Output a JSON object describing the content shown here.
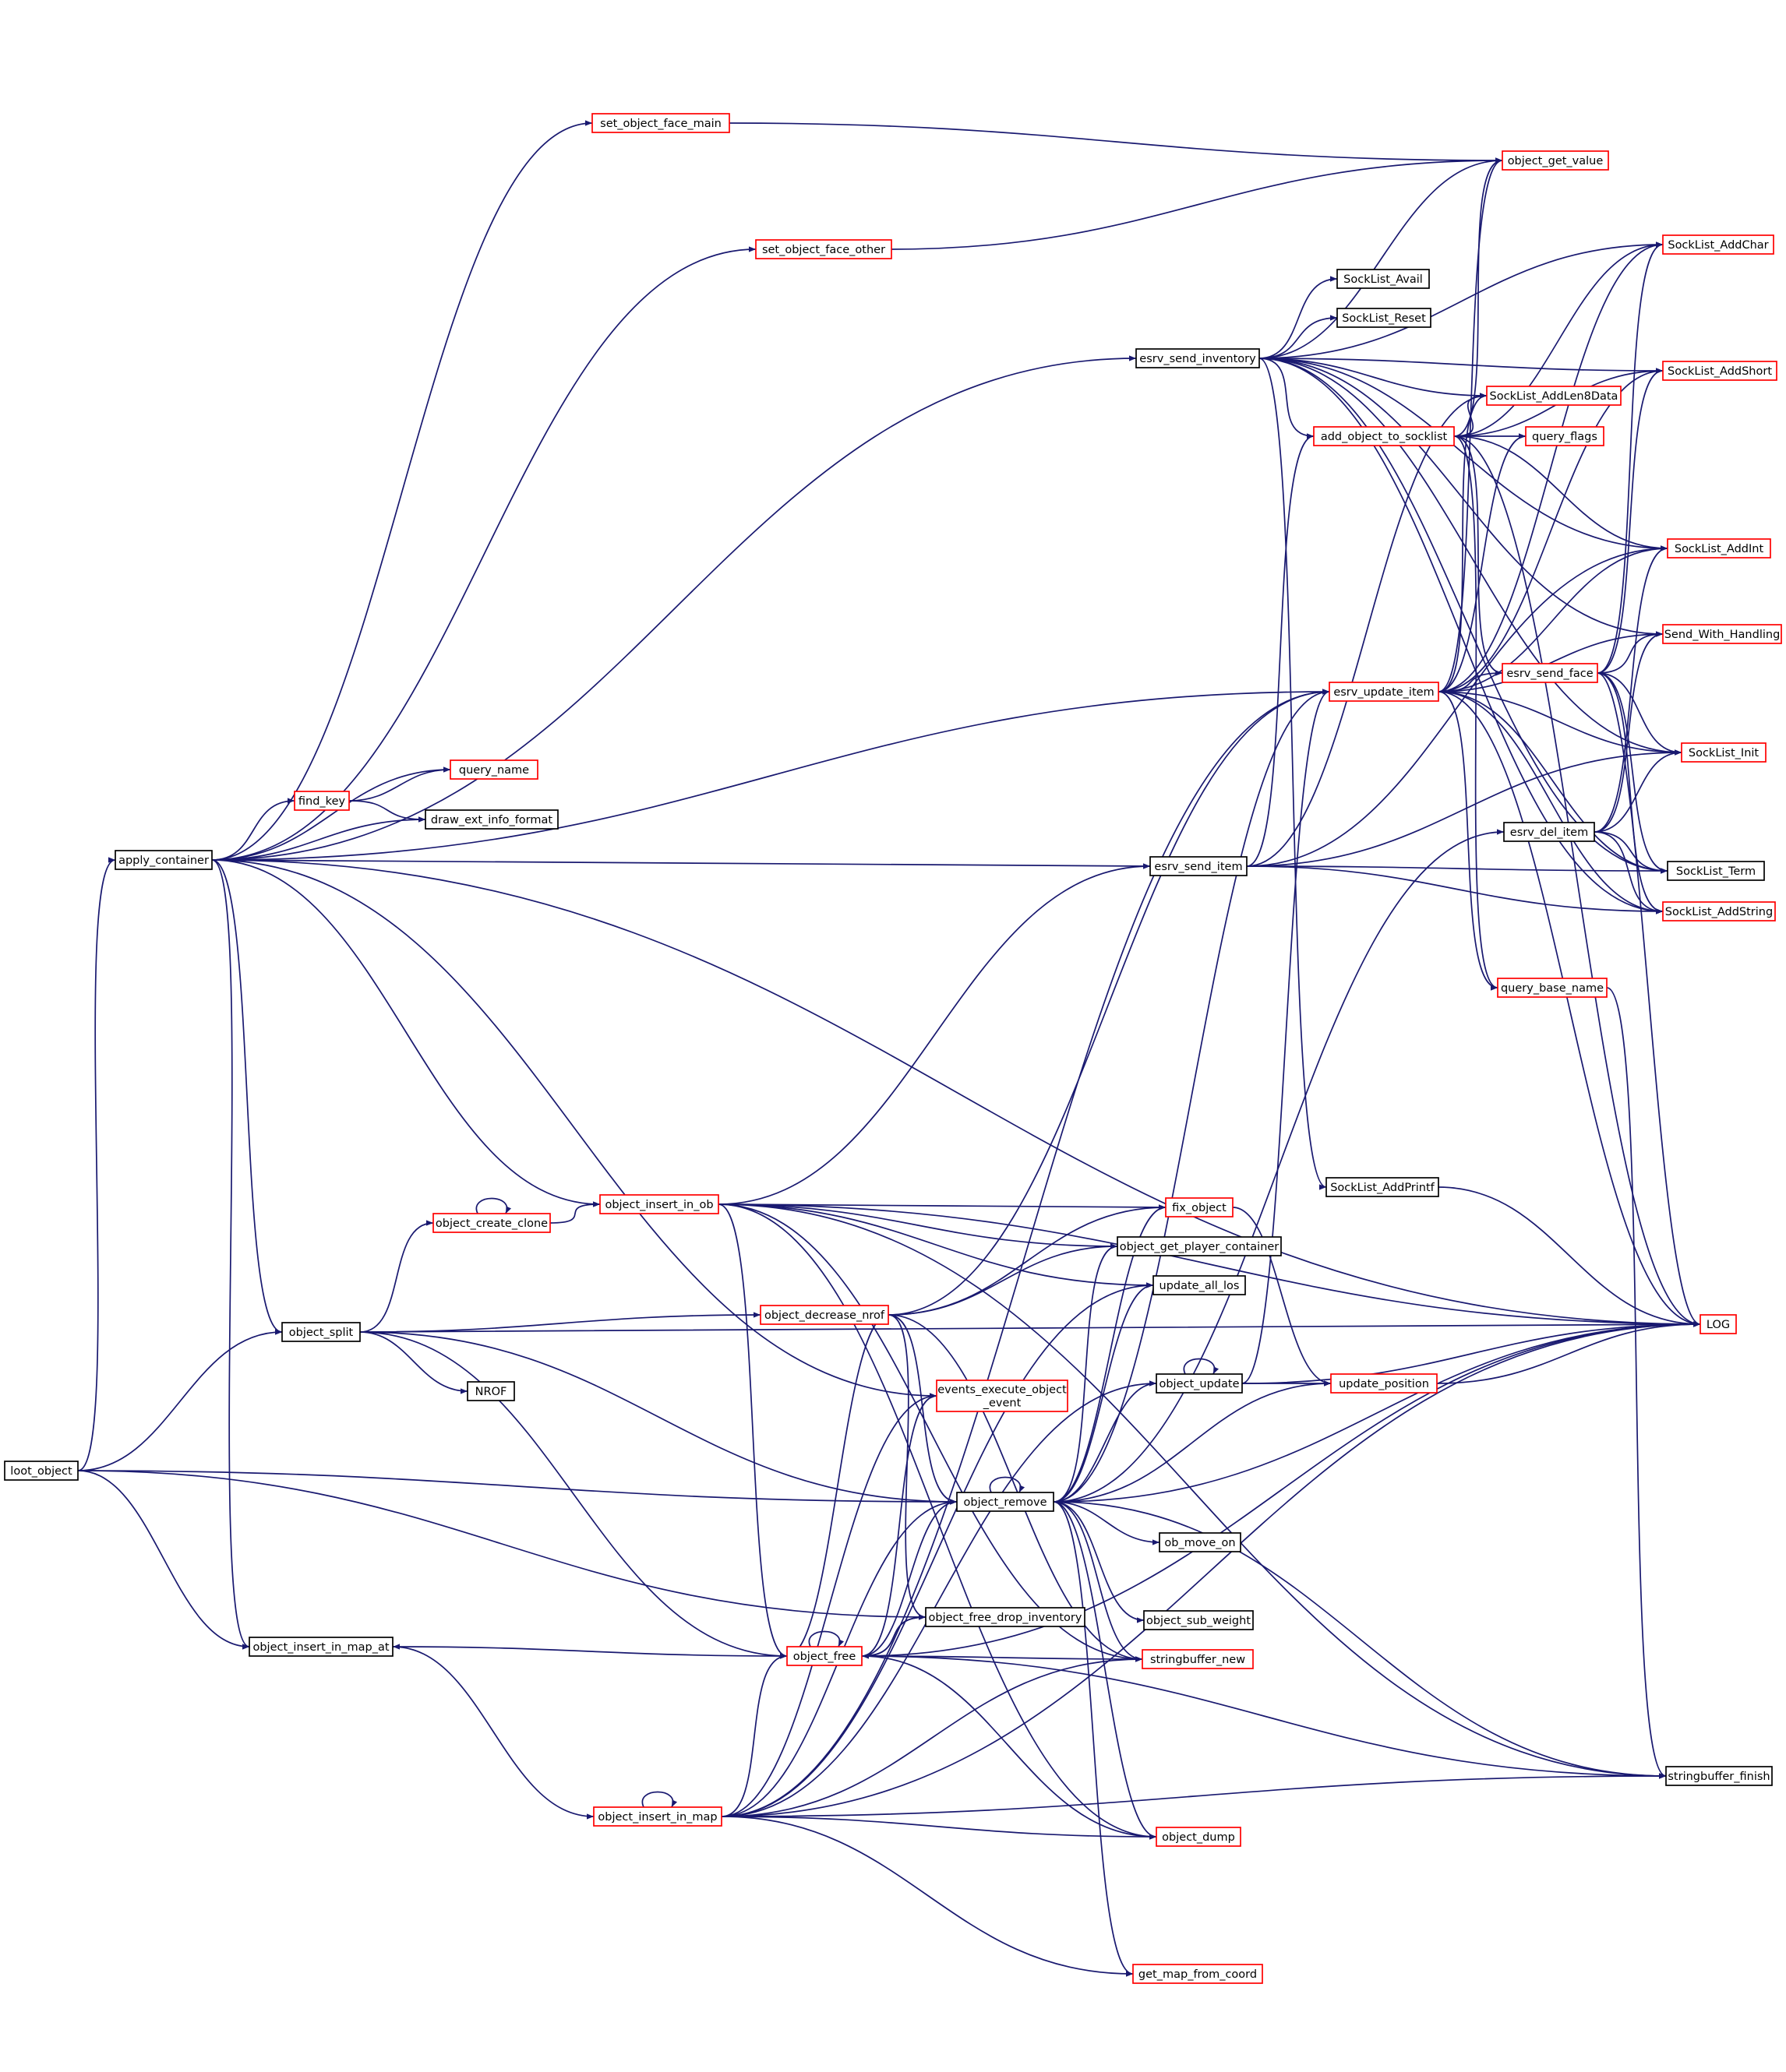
{
  "colors": {
    "edge": "#191970",
    "node_border_linked": "#ff0000",
    "node_border_plain": "#000000",
    "root_fill": "#bfbfbf"
  },
  "nodes": [
    {
      "id": "loot_object",
      "label": "loot_object",
      "style": "root"
    },
    {
      "id": "apply_container",
      "label": "apply_container",
      "style": "plain"
    },
    {
      "id": "object_insert_in_map_at",
      "label": "object_insert_in_map_at",
      "style": "plain"
    },
    {
      "id": "object_split",
      "label": "object_split",
      "style": "plain"
    },
    {
      "id": "object_remove",
      "label": "object_remove",
      "style": "plain"
    },
    {
      "id": "object_free_drop_inventory",
      "label": "object_free_drop_inventory",
      "style": "plain"
    },
    {
      "id": "set_object_face_main",
      "label": "set_object_face_main",
      "style": "linked"
    },
    {
      "id": "set_object_face_other",
      "label": "set_object_face_other",
      "style": "linked"
    },
    {
      "id": "esrv_send_inventory",
      "label": "esrv_send_inventory",
      "style": "plain"
    },
    {
      "id": "esrv_update_item",
      "label": "esrv_update_item",
      "style": "linked"
    },
    {
      "id": "query_name",
      "label": "query_name",
      "style": "linked"
    },
    {
      "id": "find_key",
      "label": "find_key",
      "style": "linked"
    },
    {
      "id": "draw_ext_info_format",
      "label": "draw_ext_info_format",
      "style": "plain"
    },
    {
      "id": "esrv_send_item",
      "label": "esrv_send_item",
      "style": "plain"
    },
    {
      "id": "LOG",
      "label": "LOG",
      "style": "linked"
    },
    {
      "id": "object_insert_in_ob",
      "label": "object_insert_in_ob",
      "style": "linked"
    },
    {
      "id": "events_execute_object_event",
      "label": "events_execute_object\n_event",
      "style": "linked"
    },
    {
      "id": "object_create_clone",
      "label": "object_create_clone",
      "style": "linked"
    },
    {
      "id": "object_decrease_nrof",
      "label": "object_decrease_nrof",
      "style": "linked"
    },
    {
      "id": "NROF",
      "label": "NROF",
      "style": "plain"
    },
    {
      "id": "object_free",
      "label": "object_free",
      "style": "linked"
    },
    {
      "id": "object_insert_in_map",
      "label": "object_insert_in_map",
      "style": "linked"
    },
    {
      "id": "object_get_value",
      "label": "object_get_value",
      "style": "linked"
    },
    {
      "id": "SockList_AddChar",
      "label": "SockList_AddChar",
      "style": "linked"
    },
    {
      "id": "SockList_Avail",
      "label": "SockList_Avail",
      "style": "plain"
    },
    {
      "id": "SockList_Reset",
      "label": "SockList_Reset",
      "style": "plain"
    },
    {
      "id": "SockList_AddShort",
      "label": "SockList_AddShort",
      "style": "linked"
    },
    {
      "id": "SockList_AddLen8Data",
      "label": "SockList_AddLen8Data",
      "style": "linked"
    },
    {
      "id": "add_object_to_socklist",
      "label": "add_object_to_socklist",
      "style": "linked"
    },
    {
      "id": "query_flags",
      "label": "query_flags",
      "style": "linked"
    },
    {
      "id": "SockList_AddInt",
      "label": "SockList_AddInt",
      "style": "linked"
    },
    {
      "id": "Send_With_Handling",
      "label": "Send_With_Handling",
      "style": "linked"
    },
    {
      "id": "esrv_send_face",
      "label": "esrv_send_face",
      "style": "linked"
    },
    {
      "id": "SockList_Init",
      "label": "SockList_Init",
      "style": "linked"
    },
    {
      "id": "esrv_del_item",
      "label": "esrv_del_item",
      "style": "plain"
    },
    {
      "id": "SockList_Term",
      "label": "SockList_Term",
      "style": "plain"
    },
    {
      "id": "SockList_AddString",
      "label": "SockList_AddString",
      "style": "linked"
    },
    {
      "id": "query_base_name",
      "label": "query_base_name",
      "style": "linked"
    },
    {
      "id": "SockList_AddPrintf",
      "label": "SockList_AddPrintf",
      "style": "plain"
    },
    {
      "id": "fix_object",
      "label": "fix_object",
      "style": "linked"
    },
    {
      "id": "object_get_player_container",
      "label": "object_get_player_container",
      "style": "plain"
    },
    {
      "id": "update_all_los",
      "label": "update_all_los",
      "style": "plain"
    },
    {
      "id": "object_update",
      "label": "object_update",
      "style": "plain"
    },
    {
      "id": "update_position",
      "label": "update_position",
      "style": "linked"
    },
    {
      "id": "ob_move_on",
      "label": "ob_move_on",
      "style": "plain"
    },
    {
      "id": "object_sub_weight",
      "label": "object_sub_weight",
      "style": "plain"
    },
    {
      "id": "stringbuffer_new",
      "label": "stringbuffer_new",
      "style": "linked"
    },
    {
      "id": "stringbuffer_finish",
      "label": "stringbuffer_finish",
      "style": "plain"
    },
    {
      "id": "object_dump",
      "label": "object_dump",
      "style": "linked"
    },
    {
      "id": "get_map_from_coord",
      "label": "get_map_from_coord",
      "style": "linked"
    }
  ]
}
